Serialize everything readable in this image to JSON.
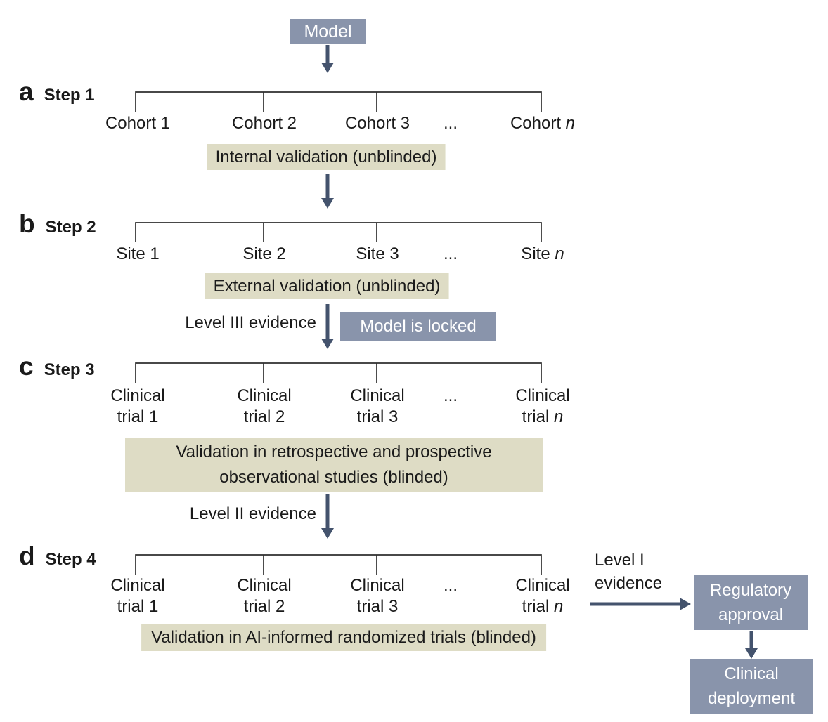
{
  "palette": {
    "box_bg": "#8994ab",
    "box_text": "#ffffff",
    "highlight_bg": "#dedcc5",
    "arrow": "#44536d",
    "bracket_line": "#2e2e2e",
    "text": "#1a1a1a"
  },
  "model_box": {
    "label": "Model"
  },
  "steps": [
    {
      "panel": "a",
      "title": "Step 1",
      "items": [
        {
          "t": "Cohort 1"
        },
        {
          "t": "Cohort 2"
        },
        {
          "t": "Cohort 3"
        },
        {
          "t": "..."
        },
        {
          "t": "Cohort ",
          "i": "n"
        }
      ],
      "highlight": "Internal validation (unblinded)"
    },
    {
      "panel": "b",
      "title": "Step 2",
      "items": [
        {
          "t": "Site 1"
        },
        {
          "t": "Site 2"
        },
        {
          "t": "Site 3"
        },
        {
          "t": "..."
        },
        {
          "t": "Site ",
          "i": "n"
        }
      ],
      "highlight": "External validation (unblinded)"
    },
    {
      "panel": "c",
      "title": "Step 3",
      "items": [
        {
          "t": "Clinical",
          "t2": "trial 1"
        },
        {
          "t": "Clinical",
          "t2": "trial 2"
        },
        {
          "t": "Clinical",
          "t2": "trial 3"
        },
        {
          "t": "..."
        },
        {
          "t": "Clinical",
          "t2": "trial ",
          "i": "n"
        }
      ],
      "highlight_line1": "Validation in retrospective and prospective",
      "highlight_line2": "observational studies (blinded)"
    },
    {
      "panel": "d",
      "title": "Step 4",
      "items": [
        {
          "t": "Clinical",
          "t2": "trial 1"
        },
        {
          "t": "Clinical",
          "t2": "trial 2"
        },
        {
          "t": "Clinical",
          "t2": "trial 3"
        },
        {
          "t": "..."
        },
        {
          "t": "Clinical",
          "t2": "trial ",
          "i": "n"
        }
      ],
      "highlight": "Validation in AI-informed randomized trials (blinded)"
    }
  ],
  "connectors": {
    "level3": "Level III evidence",
    "model_locked": "Model is locked",
    "level2": "Level II evidence",
    "level1_line1": "Level I",
    "level1_line2": "evidence"
  },
  "outcome": {
    "regulatory_line1": "Regulatory",
    "regulatory_line2": "approval",
    "deploy_line1": "Clinical",
    "deploy_line2": "deployment"
  }
}
